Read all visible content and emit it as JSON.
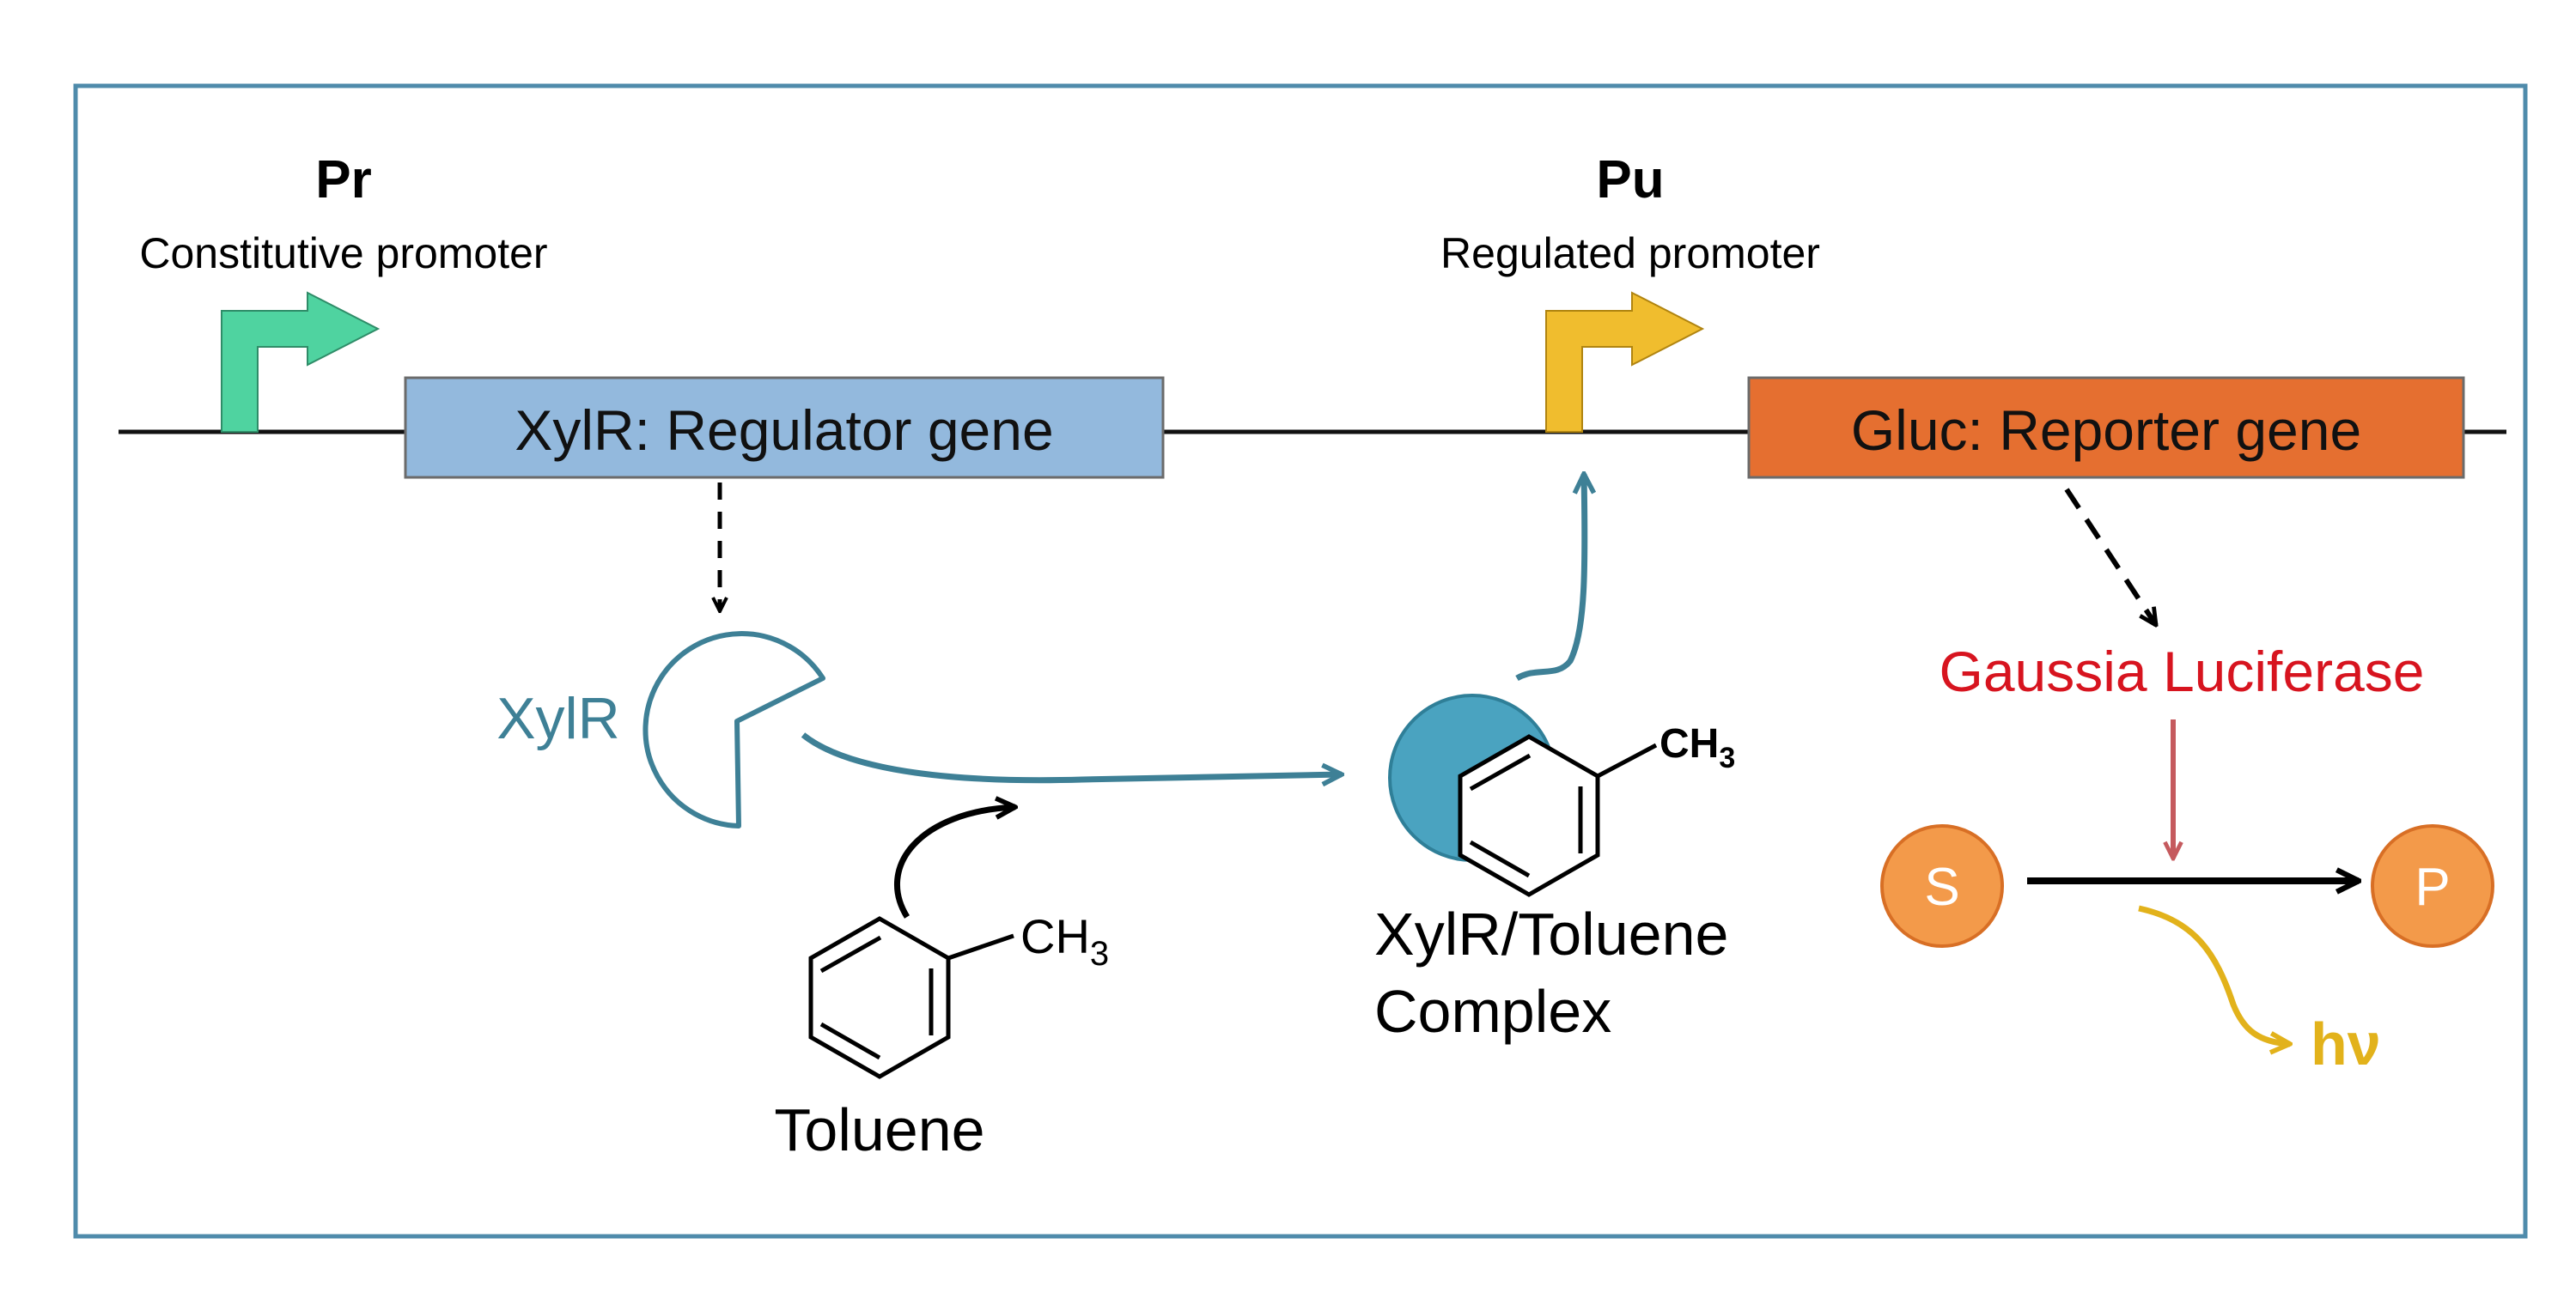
{
  "promoters": {
    "pr": {
      "name": "Pr",
      "description": "Constitutive promoter",
      "color": "#4fd3a0"
    },
    "pu": {
      "name": "Pu",
      "description": "Regulated promoter",
      "color": "#f0bd2e"
    }
  },
  "genes": {
    "regulator": {
      "label": "XylR: Regulator gene",
      "color": "#93b9dd"
    },
    "reporter": {
      "label": "Gluc: Reporter gene",
      "color": "#e56f30"
    }
  },
  "molecules": {
    "xylr_label": "XylR",
    "toluene_label": "Toluene",
    "methyl_label": "CH",
    "methyl_subscript": "3",
    "complex_label_line1": "XylR/Toluene",
    "complex_label_line2": "Complex"
  },
  "reaction": {
    "enzyme_label": "Gaussia Luciferase",
    "substrate_label": "S",
    "product_label": "P",
    "light_label": "hν"
  },
  "colors": {
    "frame": "#4f8bab",
    "teal": "#3e8096",
    "xylr_fill": "#4aa3c0",
    "enzyme_text": "#d7141f",
    "enzyme_arrow": "#c55a5e",
    "node_fill": "#f39a4a",
    "light": "#e2b21b"
  }
}
